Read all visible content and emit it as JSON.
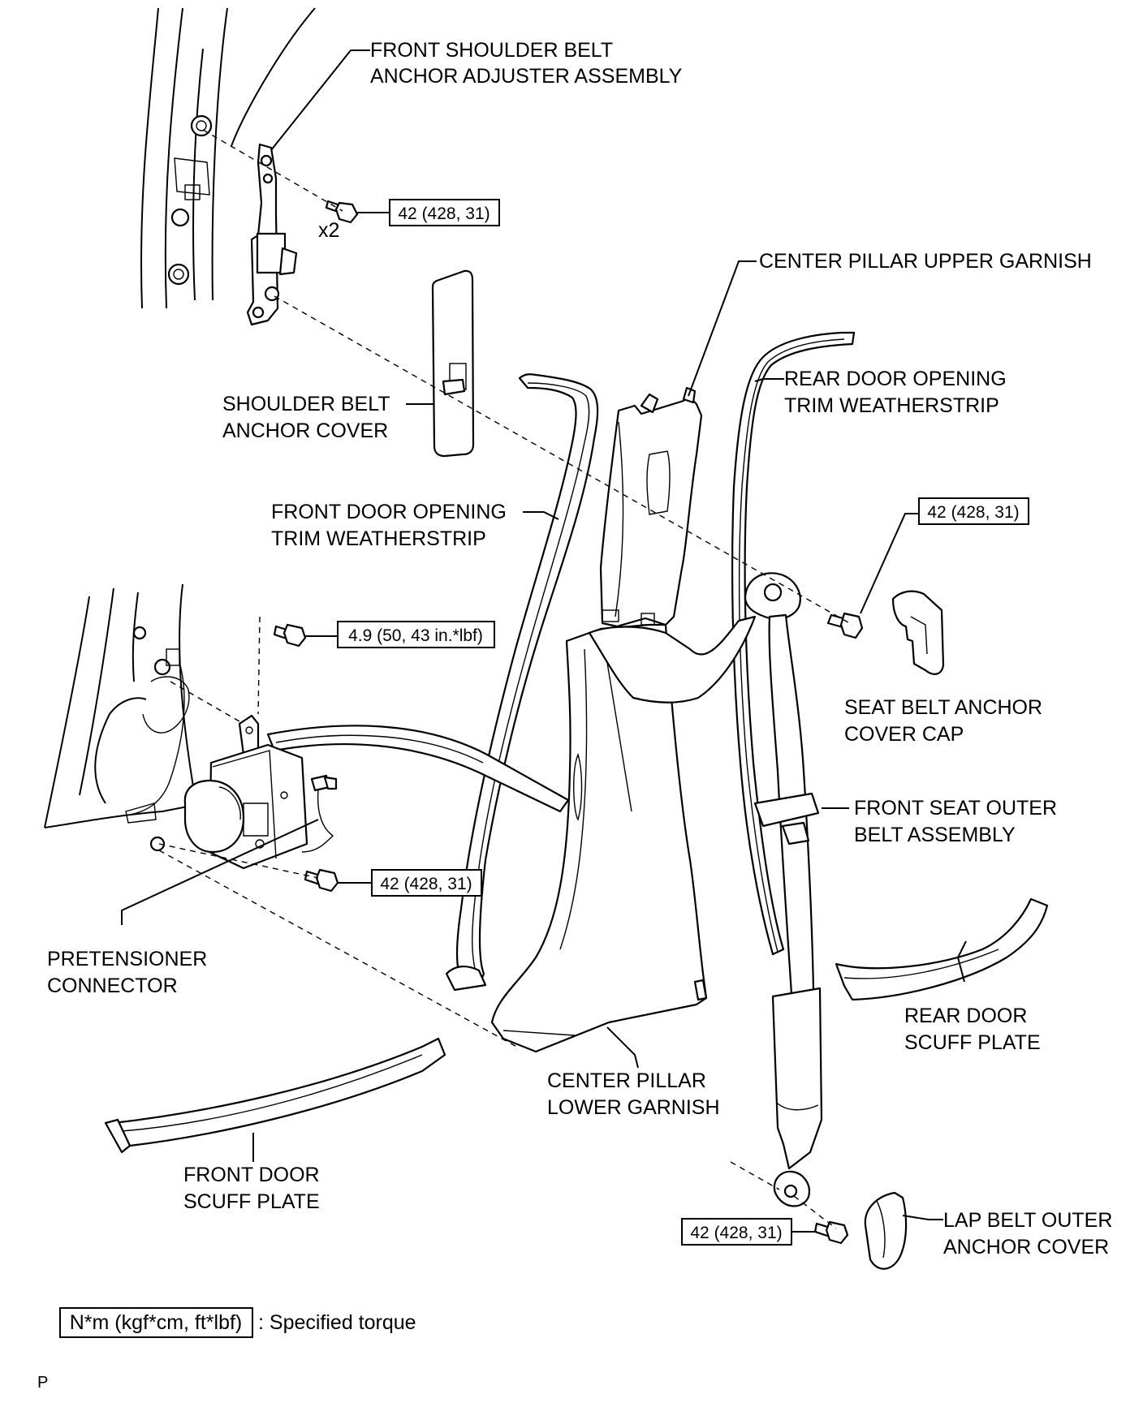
{
  "labels": {
    "front_shoulder_belt_anchor_adjuster": [
      "FRONT SHOULDER BELT",
      "ANCHOR ADJUSTER ASSEMBLY"
    ],
    "center_pillar_upper_garnish": [
      "CENTER PILLAR UPPER GARNISH"
    ],
    "rear_door_opening_trim_weatherstrip": [
      "REAR DOOR OPENING",
      "TRIM WEATHERSTRIP"
    ],
    "shoulder_belt_anchor_cover": [
      "SHOULDER BELT",
      "ANCHOR COVER"
    ],
    "front_door_opening_trim_weatherstrip": [
      "FRONT DOOR OPENING",
      "TRIM WEATHERSTRIP"
    ],
    "seat_belt_anchor_cover_cap": [
      "SEAT BELT ANCHOR",
      "COVER CAP"
    ],
    "front_seat_outer_belt_assembly": [
      "FRONT SEAT OUTER",
      "BELT ASSEMBLY"
    ],
    "pretensioner_connector": [
      "PRETENSIONER",
      "CONNECTOR"
    ],
    "rear_door_scuff_plate": [
      "REAR DOOR",
      "SCUFF PLATE"
    ],
    "center_pillar_lower_garnish": [
      "CENTER PILLAR",
      "LOWER GARNISH"
    ],
    "front_door_scuff_plate": [
      "FRONT DOOR",
      "SCUFF PLATE"
    ],
    "lap_belt_outer_anchor_cover": [
      "LAP BELT OUTER",
      "ANCHOR COVER"
    ]
  },
  "quantity": "x2",
  "torques": {
    "adjuster_bolt": "42 (428, 31)",
    "upper_anchor_bolt": "42 (428, 31)",
    "retractor_upper_bolt": "4.9 (50, 43 in.*lbf)",
    "retractor_lower_bolt": "42 (428, 31)",
    "lap_anchor_bolt": "42 (428, 31)"
  },
  "legend": {
    "unit_box": "N*m (kgf*cm, ft*lbf)",
    "description": ": Specified torque"
  },
  "corner_mark": "P"
}
